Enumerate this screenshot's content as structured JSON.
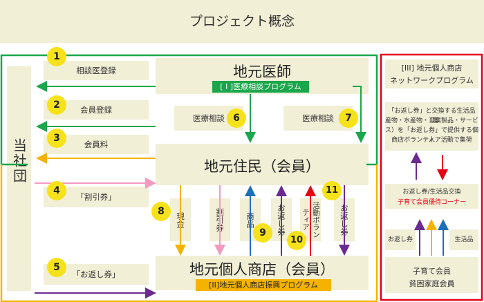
{
  "title": "プロジェクト概念",
  "company": "当社団",
  "left_items": [
    {
      "num": "1",
      "label": "相談医登録"
    },
    {
      "num": "2",
      "label": "会員登録"
    },
    {
      "num": "3",
      "label": "会員料"
    },
    {
      "num": "4",
      "label": "「割引券」"
    },
    {
      "num": "5",
      "label": "「お返し券」"
    }
  ],
  "doctors": {
    "title": "地元医師",
    "program": "[ I ]医療相談プログラム",
    "consult_a": "医療相談",
    "consult_b": "医療相談",
    "num_a": "6",
    "num_b": "7"
  },
  "residents": {
    "title": "地元住民（会員）"
  },
  "shops": {
    "title": "地元個人商店（会員）",
    "program": "[II]地元個人商店振興プログラム"
  },
  "flows": {
    "cash": "現金",
    "discount": "割引券",
    "goods": "商品",
    "return_a": "お返し券",
    "activity_a": "活動",
    "activity_b": "ボランティア",
    "return_b": "お返し券",
    "num8": "8",
    "num9": "9",
    "num10": "10",
    "num11": "11"
  },
  "network": {
    "title_line1": "[III] 地元個人商店",
    "title_line2": "ネットワークプログラム",
    "desc": [
      "「お返し券」と交換する生活品（農",
      "産物・水産物・工業製品・サービ",
      "ス）を「お返し券」で提供する個人",
      "商店ボランティア活動で集荷"
    ],
    "exchange": "お返し券/生活品交換",
    "corner": "子育て会員優待コーナー",
    "voucher": "お返し券",
    "goods": "生活品",
    "members_line1": "子育て会員",
    "members_line2": "貧困家庭会員"
  },
  "colors": {
    "green": "#1aa64a",
    "orange": "#f5b300",
    "red": "#e60012",
    "purple": "#6a2c91",
    "blue": "#1d6fb8",
    "pink": "#f49ac1",
    "beige": "#f1efd6",
    "yellow": "#f6e21b"
  }
}
